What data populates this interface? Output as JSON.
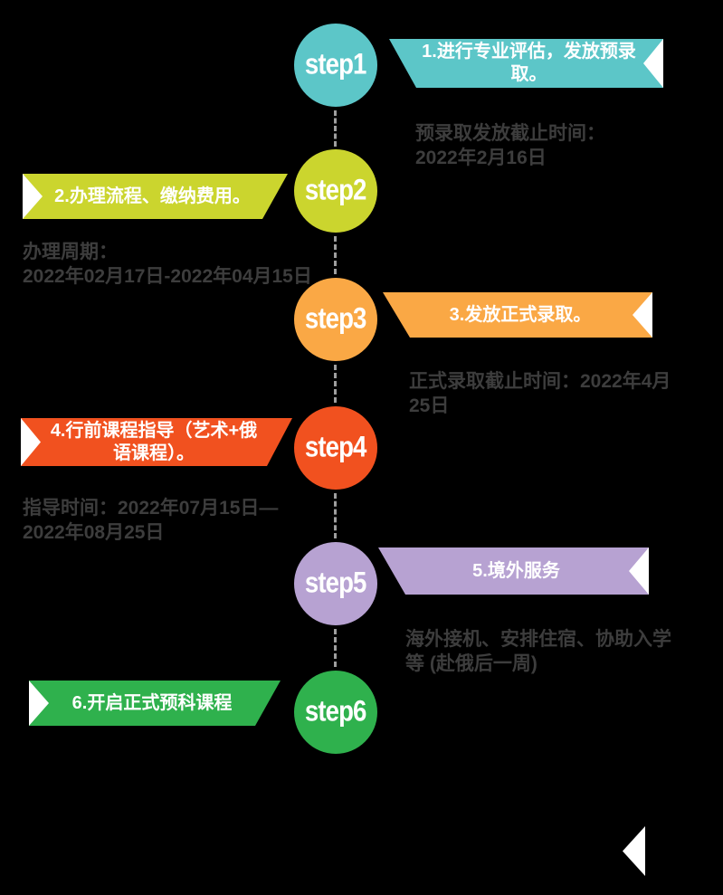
{
  "diagram": {
    "background_color": "#000000",
    "connector_color": "#9e9e9e",
    "desc_text_color": "#3d3d3d",
    "notch_color": "#ffffff"
  },
  "steps": [
    {
      "circle_label": "step1",
      "side": "right",
      "color": "#5CC6C8",
      "banner_label": "1.进行专业评估，发放预录取。",
      "desc_lines": [
        "预录取发放截止时间：",
        "2022年2月16日"
      ]
    },
    {
      "circle_label": "step2",
      "side": "left",
      "color": "#CBD52E",
      "banner_label": "2.办理流程、缴纳费用。",
      "desc_lines": [
        "办理周期：",
        "2022年02月17日-2022年04月15日"
      ]
    },
    {
      "circle_label": "step3",
      "side": "right",
      "color": "#FAA845",
      "banner_label": "3.发放正式录取。",
      "desc_lines": [
        "正式录取截止时间：2022年4月",
        "25日"
      ]
    },
    {
      "circle_label": "step4",
      "side": "left",
      "color": "#F1511F",
      "banner_label": "4.行前课程指导（艺术+俄语课程）。",
      "desc_lines": [
        "指导时间：2022年07月15日—",
        "2022年08月25日"
      ]
    },
    {
      "circle_label": "step5",
      "side": "right",
      "color": "#B7A2D2",
      "banner_label": "5.境外服务",
      "desc_lines": [
        "海外接机、安排住宿、协助入学",
        "等 (赴俄后一周)"
      ]
    },
    {
      "circle_label": "step6",
      "side": "left",
      "color": "#2FB14D",
      "banner_label": "6.开启正式预科课程",
      "desc_lines": [
        "",
        ""
      ]
    }
  ]
}
